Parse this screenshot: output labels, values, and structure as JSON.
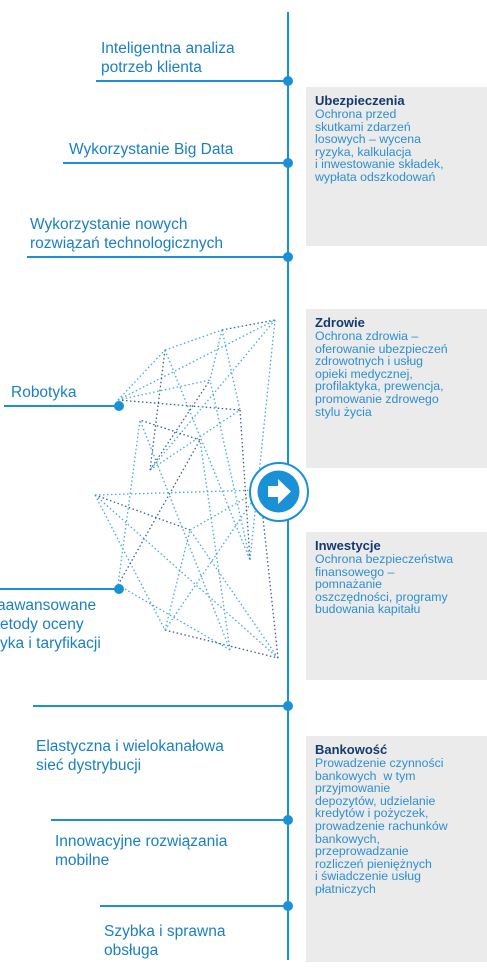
{
  "left_items": [
    {
      "lines": [
        "Inteligentna analiza",
        "potrzeb klienta"
      ]
    },
    {
      "lines": [
        "Wykorzystanie Big Data"
      ]
    },
    {
      "lines": [
        "Wykorzystanie nowych",
        "rozwiązań technologicznych"
      ]
    },
    {
      "lines": [
        "Robotyka"
      ]
    },
    {
      "lines": [
        "aawansowane",
        "etody oceny",
        "yka i taryfikacji"
      ]
    },
    {
      "lines": [
        "Elastyczna i wielokanałowa",
        "sieć dystrybucji"
      ]
    },
    {
      "lines": [
        "Innowacyjne rozwiązania",
        "mobilne"
      ]
    },
    {
      "lines": [
        "Szybka i sprawna",
        "obsługa"
      ]
    }
  ],
  "boxes": [
    {
      "title": "Ubezpieczenia",
      "text": "Ochrona przed\nskutkami zdarzeń\nlosowych – wycena\nryzyka, kalkulacja\ni inwestowanie składek,\nwypłata odszkodowań"
    },
    {
      "title": "Zdrowie",
      "text": "Ochrona zdrowia –\noferowanie ubezpieczeń\nzdrowotnych i usług\nopieki medycznej,\nprofilaktyka, prewencja,\npromowanie zdrowego\nstylu życia"
    },
    {
      "title": "Inwestycje",
      "text": "Ochrona bezpieczeństwa\nfinansowego –\npomnażanie\noszczędności, programy\nbudowania kapitału"
    },
    {
      "title": "Bankowość",
      "text": "Prowadzenie czynności\nbankowych  w tym\nprzyjmowanie\ndepozytów, udzielanie\nkredytów i pożyczek,\nprowadzenie rachunków\nbankowych,\nprzeprowadzanie\nrozliczeń pieniężnych\ni świadczenie usług\npłatniczych"
    }
  ],
  "colors": {
    "accent": "#1a91d6",
    "title": "#143a6e",
    "box_bg": "#ebebeb"
  },
  "icons": {
    "center": "arrow-right-icon"
  }
}
